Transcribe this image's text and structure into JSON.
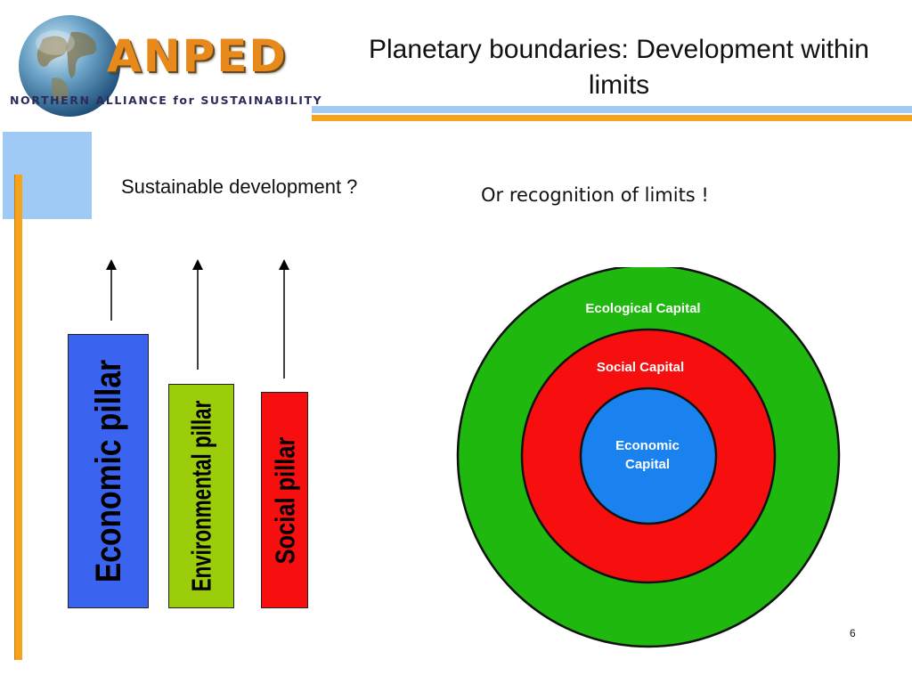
{
  "logo": {
    "wordmark": "ANPED",
    "tagline": "NORTHERN ALLIANCE for SUSTAINABILITY"
  },
  "title": "Planetary boundaries: Development within limits",
  "subtitle_left": "Sustainable development ?",
  "subtitle_right": "Or recognition of limits !",
  "pillars": [
    {
      "label": "Economic pillar",
      "color": "#3a63f0"
    },
    {
      "label": "Environmental pillar",
      "color": "#9bcd0b"
    },
    {
      "label": "Social pillar",
      "color": "#f70f0f"
    }
  ],
  "circles": {
    "outer": {
      "label": "Ecological Capital",
      "color": "#1fb80f"
    },
    "middle": {
      "label": "Social Capital",
      "color": "#f70f0f"
    },
    "inner": {
      "label_line1": "Economic",
      "label_line2": "Capital",
      "color": "#1a82ee"
    }
  },
  "colors": {
    "accent_blue": "#9fcaf6",
    "accent_orange": "#f7a21b"
  },
  "page_number": "6"
}
